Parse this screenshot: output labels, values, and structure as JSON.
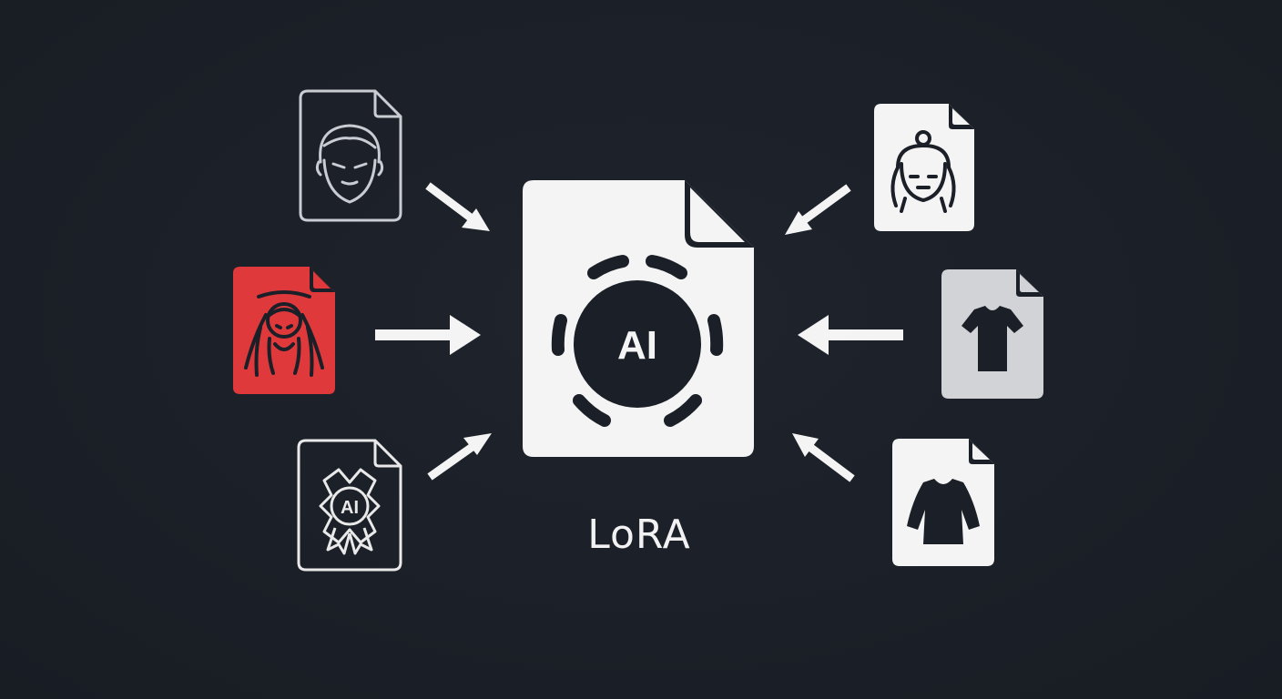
{
  "diagram": {
    "center": {
      "badge_text": "AI",
      "caption": "LoRA",
      "icon": "ai-model-file-icon"
    },
    "inputs_left": [
      {
        "icon": "face-file-icon",
        "style": "outline",
        "color": "#c9ccd2"
      },
      {
        "icon": "character-file-icon",
        "style": "filled",
        "color": "#e0393b"
      },
      {
        "icon": "ai-badge-file-icon",
        "style": "outline",
        "color": "#e9e9e9",
        "badge_text": "AI"
      }
    ],
    "inputs_right": [
      {
        "icon": "character-file-icon",
        "style": "filled",
        "color": "#f4f4f4"
      },
      {
        "icon": "tshirt-file-icon",
        "style": "filled",
        "color": "#d2d3d6"
      },
      {
        "icon": "long-sleeve-shirt-file-icon",
        "style": "filled",
        "color": "#f4f4f4"
      }
    ],
    "colors": {
      "background": "#1b1f27",
      "foreground": "#f4f4f4",
      "accent": "#e0393b"
    }
  }
}
